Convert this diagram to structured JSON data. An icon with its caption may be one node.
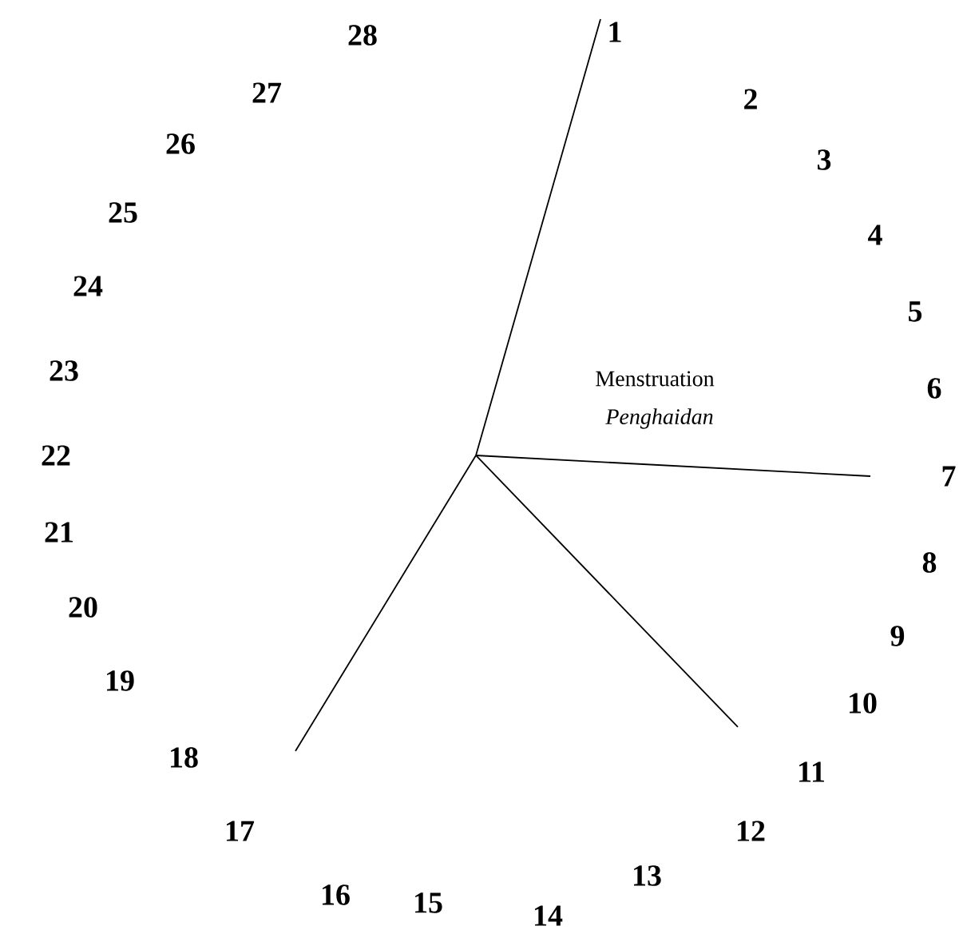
{
  "diagram": {
    "labels": [
      "1",
      "2",
      "3",
      "4",
      "5",
      "6",
      "7",
      "8",
      "9",
      "10",
      "11",
      "12",
      "13",
      "14",
      "15",
      "16",
      "17",
      "18",
      "19",
      "20",
      "21",
      "22",
      "23",
      "24",
      "25",
      "26",
      "27",
      "28",
      "Menstruation",
      "Penghaidan"
    ]
  }
}
